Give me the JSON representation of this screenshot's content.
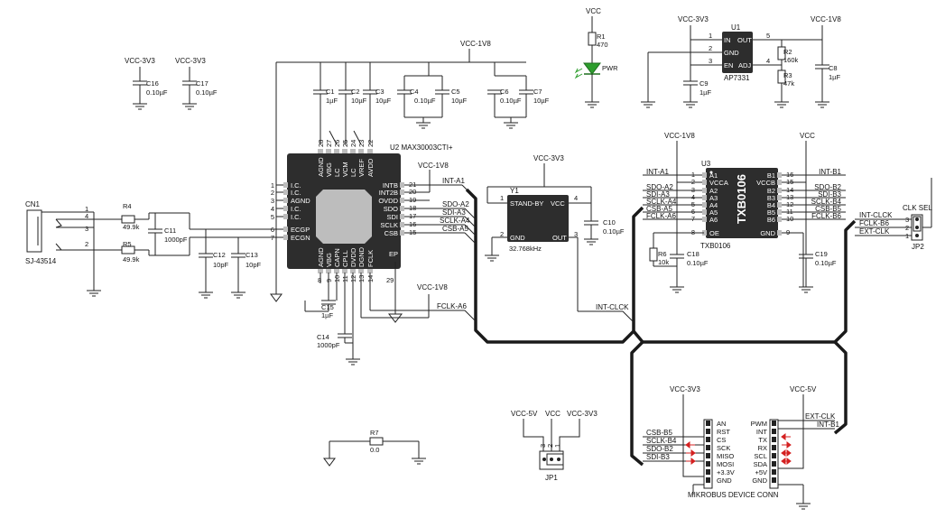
{
  "colors": {
    "wire": "#222222",
    "ic_body": "#2d2d2d",
    "pad": "#bdbdbd",
    "led": "#2e9e2e",
    "dir_arrow": "#d42020"
  },
  "rails": {
    "vcc_3v3": "VCC-3V3",
    "vcc_1v8": "VCC-1V8",
    "vcc": "VCC",
    "vcc_5v": "VCC-5V"
  },
  "caps": {
    "c16": {
      "ref": "C16",
      "val": "0.10µF"
    },
    "c17": {
      "ref": "C17",
      "val": "0.10µF"
    },
    "c1": {
      "ref": "C1",
      "val": "1µF"
    },
    "c2": {
      "ref": "C2",
      "val": "10µF"
    },
    "c3": {
      "ref": "C3",
      "val": "10µF"
    },
    "c4": {
      "ref": "C4",
      "val": "0.10µF"
    },
    "c5": {
      "ref": "C5",
      "val": "10µF"
    },
    "c6": {
      "ref": "C6",
      "val": "0.10µF"
    },
    "c7": {
      "ref": "C7",
      "val": "10µF"
    },
    "c11": {
      "ref": "C11",
      "val": "1000pF"
    },
    "c12": {
      "ref": "C12",
      "val": "10pF"
    },
    "c13": {
      "ref": "C13",
      "val": "10pF"
    },
    "c15": {
      "ref": "C15",
      "val": "1µF"
    },
    "c14": {
      "ref": "C14",
      "val": "1000pF"
    },
    "c10": {
      "ref": "C10",
      "val": "0.10µF"
    },
    "c9": {
      "ref": "C9",
      "val": "1µF"
    },
    "c8": {
      "ref": "C8",
      "val": "1µF"
    },
    "c18": {
      "ref": "C18",
      "val": "0.10µF"
    },
    "c19": {
      "ref": "C19",
      "val": "0.10µF"
    }
  },
  "resistors": {
    "r1": {
      "ref": "R1",
      "val": "470"
    },
    "r2": {
      "ref": "R2",
      "val": "160k"
    },
    "r3": {
      "ref": "R3",
      "val": "47k"
    },
    "r4": {
      "ref": "R4",
      "val": "49.9k"
    },
    "r5": {
      "ref": "R5",
      "val": "49.9k"
    },
    "r6": {
      "ref": "R6",
      "val": "10k"
    },
    "r7": {
      "ref": "R7",
      "val": "0.0"
    }
  },
  "led": {
    "label": "PWR"
  },
  "cn1": {
    "ref": "CN1",
    "part": "SJ-43514",
    "pins": [
      "1",
      "4",
      "3",
      "2"
    ]
  },
  "u2": {
    "title": "U2  MAX30003CTI+",
    "left_pins": [
      {
        "n": "1",
        "name": "I.C."
      },
      {
        "n": "2",
        "name": "I.C."
      },
      {
        "n": "3",
        "name": "AGND"
      },
      {
        "n": "4",
        "name": "I.C."
      },
      {
        "n": "5",
        "name": "I.C."
      },
      {
        "n": "6",
        "name": "ECGP"
      },
      {
        "n": "7",
        "name": "ECGN"
      }
    ],
    "right_pins": [
      {
        "n": "21",
        "name": "INTB"
      },
      {
        "n": "20",
        "name": "INT2B"
      },
      {
        "n": "19",
        "name": "OVDD"
      },
      {
        "n": "18",
        "name": "SDO"
      },
      {
        "n": "17",
        "name": "SDI"
      },
      {
        "n": "16",
        "name": "SCLK"
      },
      {
        "n": "15",
        "name": "CSB"
      }
    ],
    "top_pins": [
      {
        "n": "28",
        "name": "AGND"
      },
      {
        "n": "27",
        "name": "VBG"
      },
      {
        "n": "26",
        "name": "LC"
      },
      {
        "n": "25",
        "name": "VCM"
      },
      {
        "n": "24",
        "name": "LC"
      },
      {
        "n": "23",
        "name": "VREF"
      },
      {
        "n": "22",
        "name": "AVDD"
      }
    ],
    "bottom_pins": [
      {
        "n": "8",
        "name": "AGND"
      },
      {
        "n": "9",
        "name": "VBG"
      },
      {
        "n": "10",
        "name": "CAPN"
      },
      {
        "n": "11",
        "name": "CPLL"
      },
      {
        "n": "12",
        "name": "DVDD"
      },
      {
        "n": "13",
        "name": "DGND"
      },
      {
        "n": "14",
        "name": "FCLK"
      }
    ],
    "ep_label": "EP",
    "ep_pin": "29"
  },
  "nets_u2": [
    "INT-A1",
    "SDO-A2",
    "SDI-A3",
    "SCLK-A4",
    "CSB-A5",
    "FCLK-A6"
  ],
  "y1": {
    "ref": "Y1",
    "freq": "32.768kHz",
    "pin_standby": "STAND-BY",
    "pin_vcc": "VCC",
    "pin_gnd": "GND",
    "pin_out": "OUT",
    "pins": [
      "1",
      "4",
      "2",
      "3"
    ],
    "net": "INT-CLCK"
  },
  "u1": {
    "ref": "U1",
    "part": "AP7331",
    "pins": [
      {
        "n": "1",
        "name": "IN"
      },
      {
        "n": "2",
        "name": "GND"
      },
      {
        "n": "3",
        "name": "EN"
      },
      {
        "n": "5",
        "name": "OUT"
      },
      {
        "n": "4",
        "name": "ADJ"
      }
    ]
  },
  "u3": {
    "ref": "U3",
    "part": "TXB0106",
    "body": "TXB0106",
    "left_pins": [
      {
        "n": "1",
        "name": "A1",
        "net": "INT-A1"
      },
      {
        "n": "2",
        "name": "VCCA",
        "net": ""
      },
      {
        "n": "3",
        "name": "A2",
        "net": "SDO-A2"
      },
      {
        "n": "4",
        "name": "A3",
        "net": "SDI-A3"
      },
      {
        "n": "5",
        "name": "A4",
        "net": "SCLK-A4"
      },
      {
        "n": "6",
        "name": "A5",
        "net": "CSB-A5"
      },
      {
        "n": "7",
        "name": "A6",
        "net": "FCLK-A6"
      },
      {
        "n": "8",
        "name": "OE",
        "net": ""
      }
    ],
    "right_pins": [
      {
        "n": "16",
        "name": "B1",
        "net": "INT-B1"
      },
      {
        "n": "15",
        "name": "VCCB",
        "net": ""
      },
      {
        "n": "14",
        "name": "B2",
        "net": "SDO-B2"
      },
      {
        "n": "13",
        "name": "B3",
        "net": "SDI-B3"
      },
      {
        "n": "12",
        "name": "B4",
        "net": "SCLK-B4"
      },
      {
        "n": "11",
        "name": "B5",
        "net": "CSB-B5"
      },
      {
        "n": "10",
        "name": "B6",
        "net": "FCLK-B6"
      },
      {
        "n": "9",
        "name": "GND",
        "net": ""
      }
    ]
  },
  "jp2": {
    "ref": "JP2",
    "title": "CLK SEL",
    "nets": [
      "INT-CLCK",
      "FCLK-B6",
      "EXT-CLK"
    ],
    "pins": [
      "3",
      "2",
      "1"
    ]
  },
  "jp1": {
    "ref": "JP1",
    "pins": [
      "3",
      "2",
      "1"
    ]
  },
  "mikrobus": {
    "title": "MIKROBUS DEVICE CONN",
    "left": [
      "AN",
      "RST",
      "CS",
      "SCK",
      "MISO",
      "MOSI",
      "+3.3V",
      "GND"
    ],
    "right": [
      "PWM",
      "INT",
      "TX",
      "RX",
      "SCL",
      "SDA",
      "+5V",
      "GND"
    ],
    "left_nets": [
      "CSB-B5",
      "SCLK-B4",
      "SDO-B2",
      "SDI-B3"
    ],
    "right_nets": [
      "EXT-CLK",
      "INT-B1"
    ]
  }
}
